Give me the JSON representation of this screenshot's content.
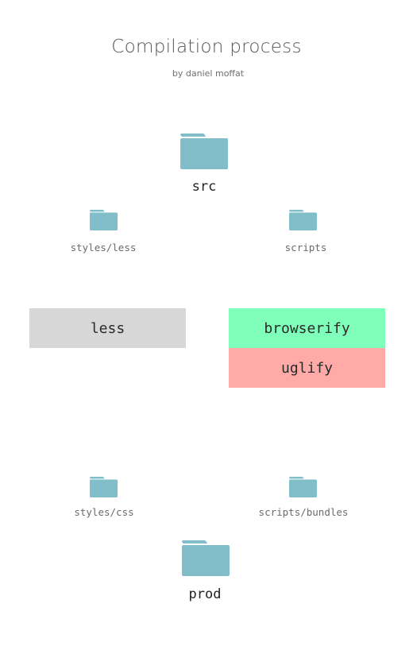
{
  "header": {
    "title": "Compilation process",
    "subtitle": "by daniel moffat"
  },
  "folders": {
    "src": "src",
    "styles_less": "styles/less",
    "scripts": "scripts",
    "styles_css": "styles/css",
    "scripts_bundles": "scripts/bundles",
    "prod": "prod"
  },
  "steps": {
    "less": "less",
    "browserify": "browserify",
    "uglify": "uglify"
  },
  "colors": {
    "folder": "#82bdca",
    "less_box": "#d7d7d7",
    "browserify_box": "#80ffba",
    "uglify_box": "#ffaaa7"
  },
  "icons": {
    "folder": "folder-icon"
  }
}
